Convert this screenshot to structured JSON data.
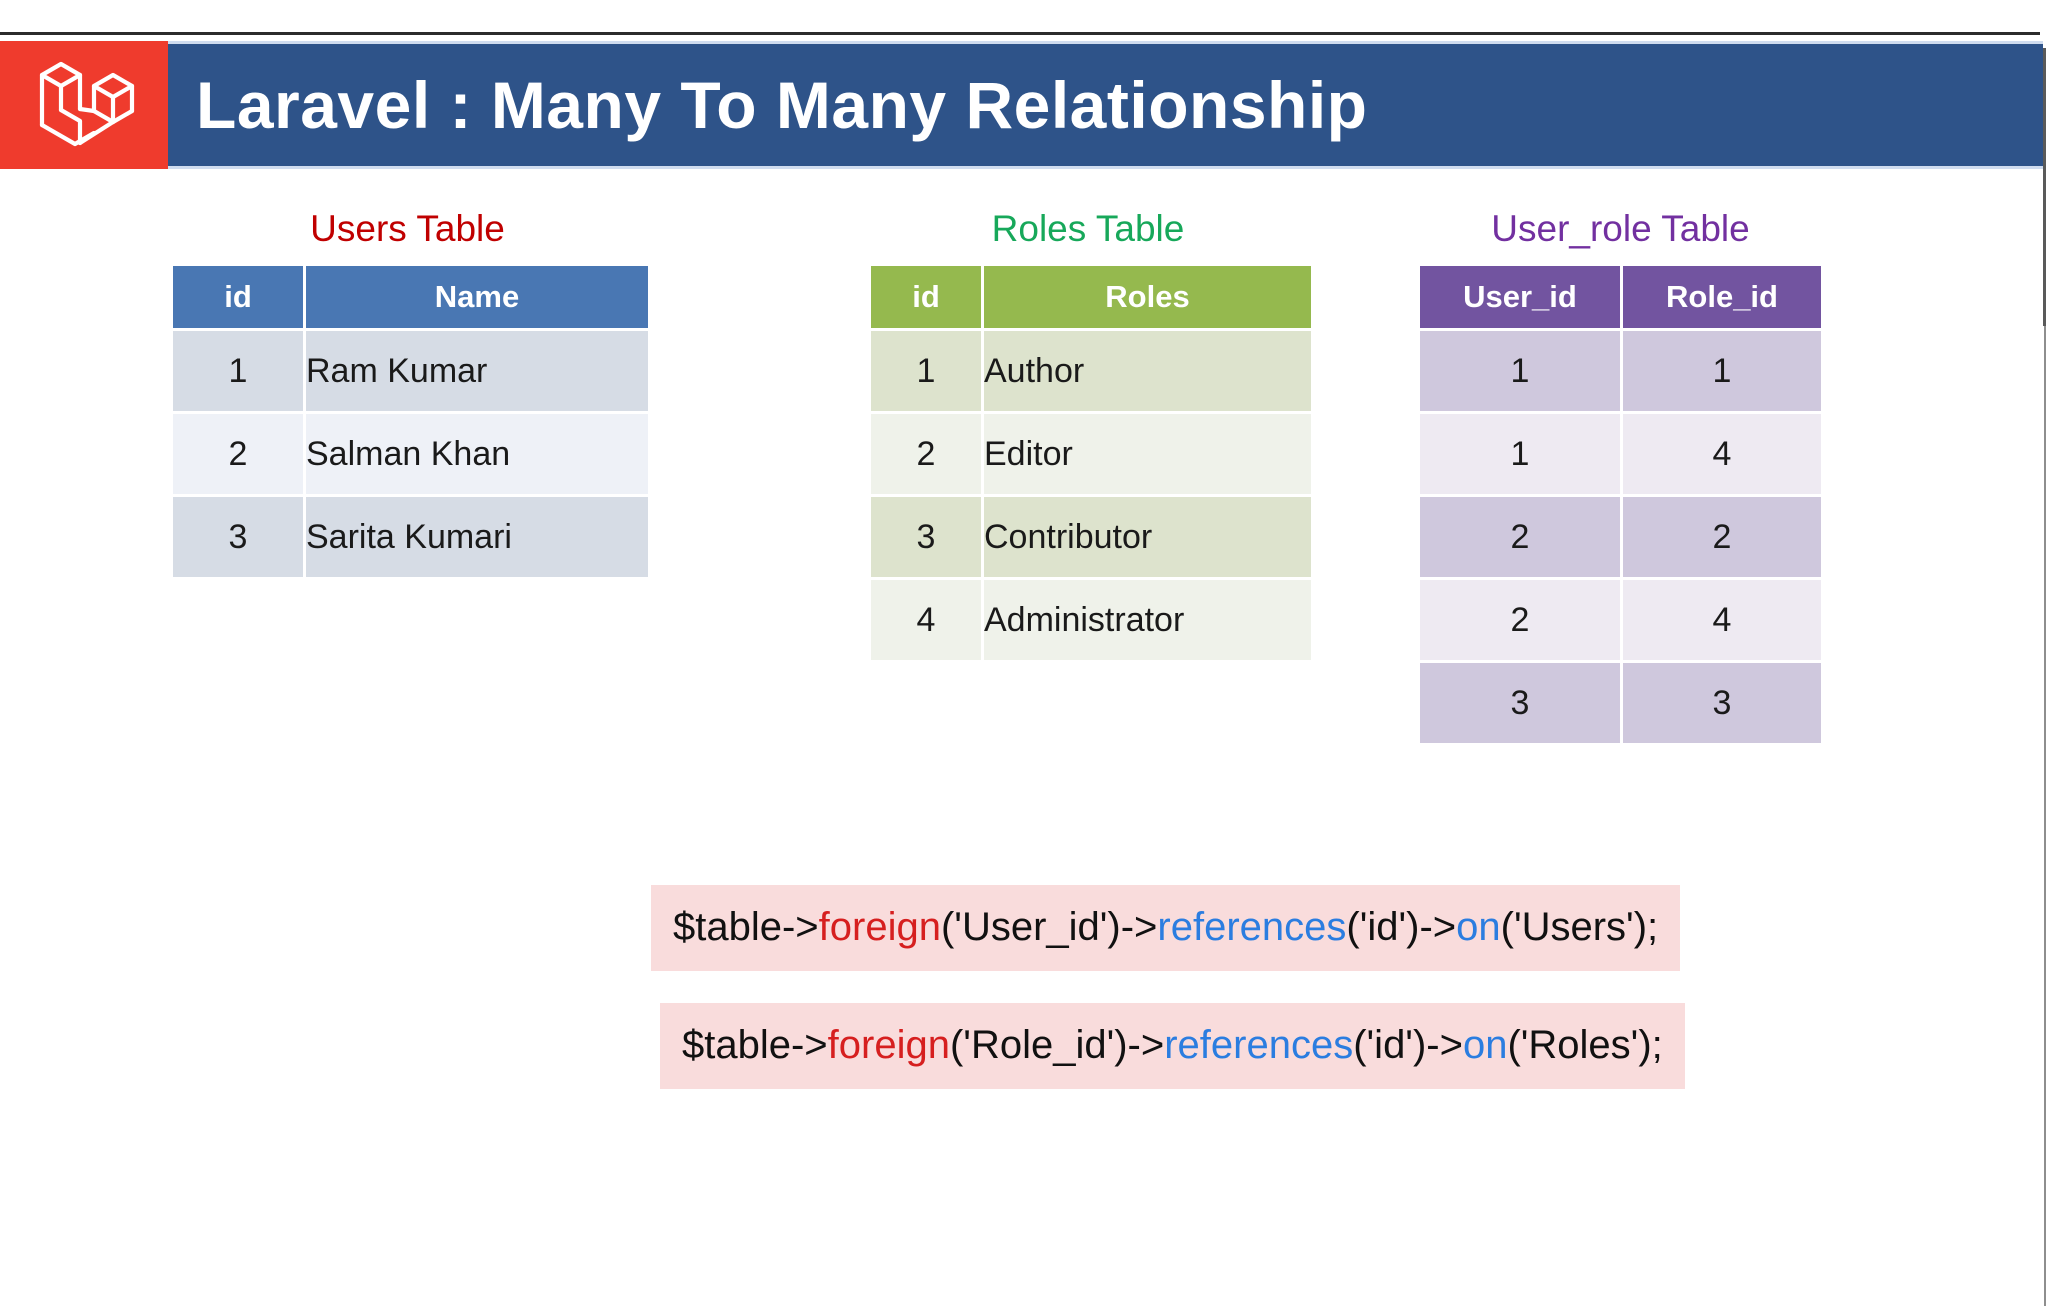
{
  "header": {
    "logo_icon": "laravel-logo-icon",
    "logo_bg": "#ef3b2d",
    "banner_bg": "#2e5389",
    "title": "Laravel : Many To Many Relationship"
  },
  "tables": [
    {
      "key": "users",
      "caption": "Users Table",
      "caption_color": "#c00000",
      "header_color": "#4977b3",
      "columns": [
        "id",
        "Name"
      ],
      "rows": [
        [
          "1",
          "Ram Kumar"
        ],
        [
          "2",
          "Salman Khan"
        ],
        [
          "3",
          "Sarita Kumari"
        ]
      ]
    },
    {
      "key": "roles",
      "caption": "Roles Table",
      "caption_color": "#17a85a",
      "header_color": "#95b94e",
      "columns": [
        "id",
        "Roles"
      ],
      "rows": [
        [
          "1",
          "Author"
        ],
        [
          "2",
          "Editor"
        ],
        [
          "3",
          "Contributor"
        ],
        [
          "4",
          "Administrator"
        ]
      ]
    },
    {
      "key": "user_role",
      "caption": "User_role Table",
      "caption_color": "#7230a0",
      "header_color": "#7254a0",
      "columns": [
        "User_id",
        "Role_id"
      ],
      "rows": [
        [
          "1",
          "1"
        ],
        [
          "1",
          "4"
        ],
        [
          "2",
          "2"
        ],
        [
          "2",
          "4"
        ],
        [
          "3",
          "3"
        ]
      ]
    }
  ],
  "code_lines": [
    {
      "key": "fk_user_id",
      "full_text": "$table->foreign('User_id')->references('id')->on('Users');",
      "bg": "#f9dcdc",
      "tokens": [
        {
          "text": "$table->",
          "color": "#111111"
        },
        {
          "text": "foreign",
          "color": "#d61f1f"
        },
        {
          "text": "('User_id')->",
          "color": "#111111"
        },
        {
          "text": "references",
          "color": "#2b7de0"
        },
        {
          "text": "('id')->",
          "color": "#111111"
        },
        {
          "text": "on",
          "color": "#2b7de0"
        },
        {
          "text": "('Users');",
          "color": "#111111"
        }
      ]
    },
    {
      "key": "fk_role_id",
      "full_text": "$table->foreign('Role_id')->references('id')->on('Roles');",
      "bg": "#f9dcdc",
      "tokens": [
        {
          "text": "$table->",
          "color": "#111111"
        },
        {
          "text": "foreign",
          "color": "#d61f1f"
        },
        {
          "text": "('Role_id')->",
          "color": "#111111"
        },
        {
          "text": "references",
          "color": "#2b7de0"
        },
        {
          "text": "('id')->",
          "color": "#111111"
        },
        {
          "text": "on",
          "color": "#2b7de0"
        },
        {
          "text": "('Roles');",
          "color": "#111111"
        }
      ]
    }
  ]
}
